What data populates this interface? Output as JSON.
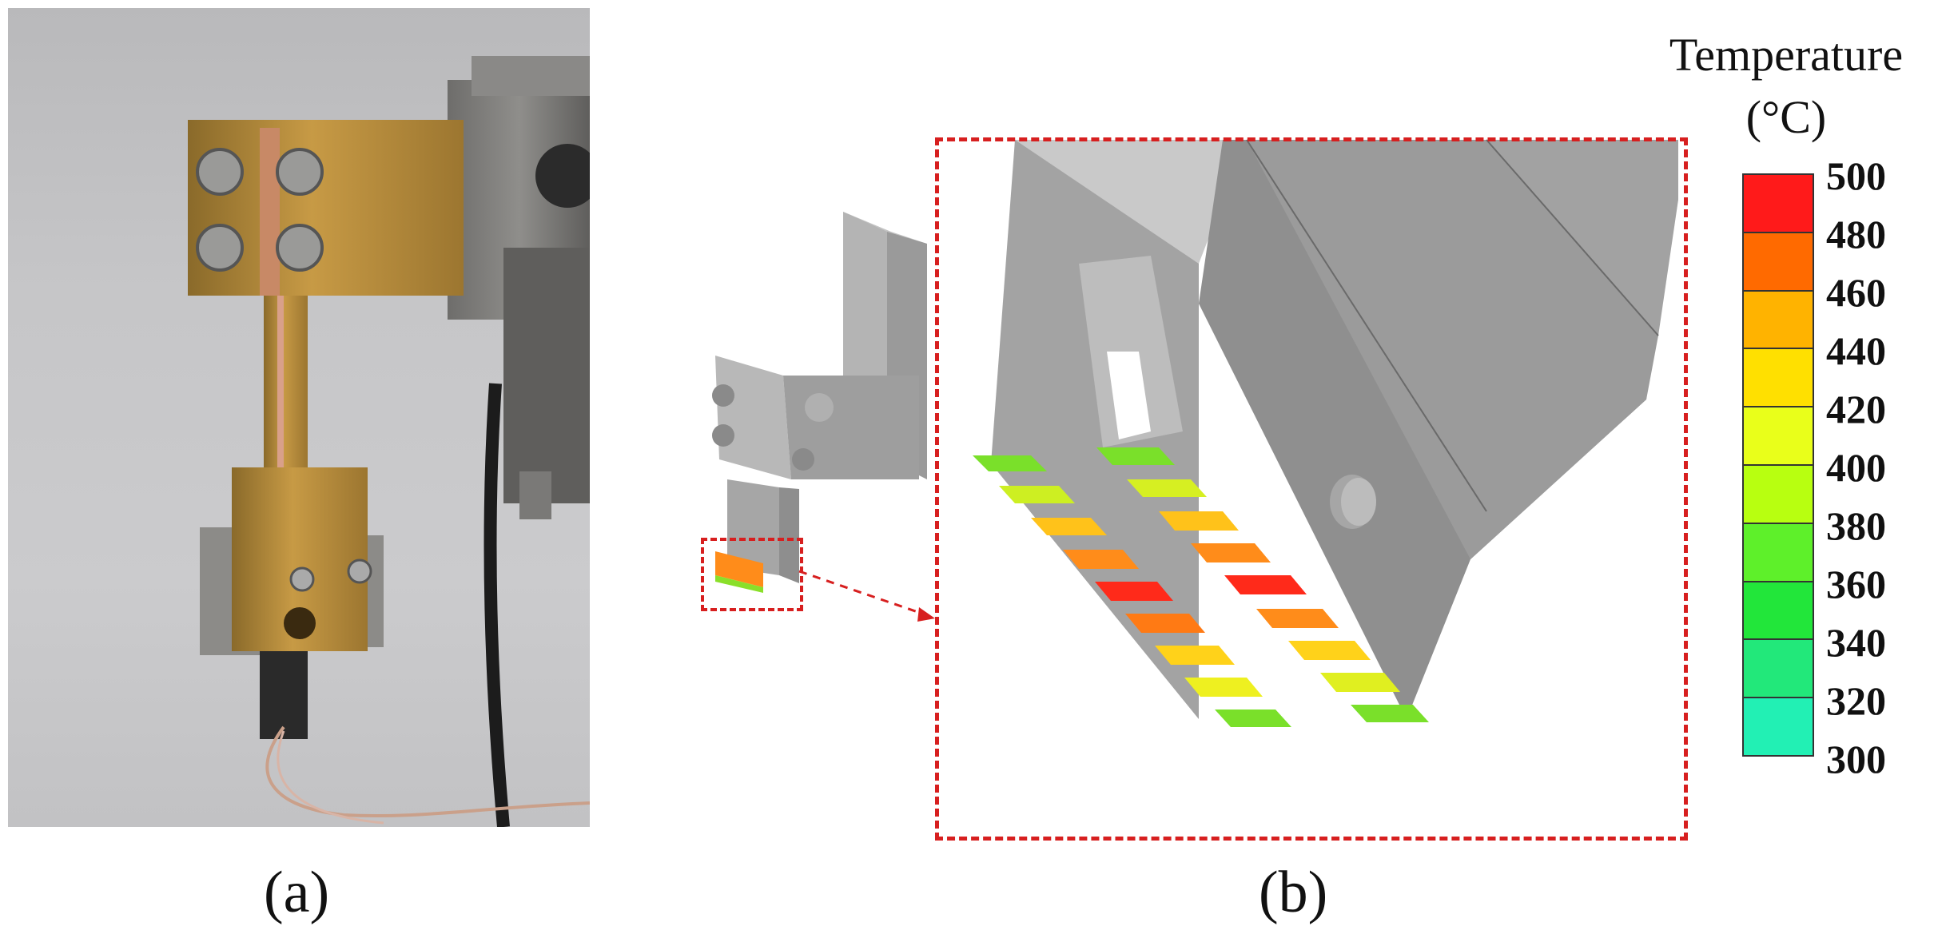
{
  "captions": {
    "a": "(a)",
    "b": "(b)"
  },
  "legend": {
    "title": "Temperature",
    "unit": "(°C)",
    "ticks": [
      "500",
      "480",
      "460",
      "440",
      "420",
      "400",
      "380",
      "360",
      "340",
      "320",
      "300"
    ],
    "colors": [
      "#ff1a1a",
      "#ff6a00",
      "#ffb300",
      "#ffe000",
      "#e9ff1a",
      "#b8ff10",
      "#5ef02a",
      "#22e63a",
      "#22e87a",
      "#22f0b4"
    ]
  },
  "colors": {
    "zoom_box": "#d71f1f",
    "model_gray": "#9a9a9a"
  }
}
